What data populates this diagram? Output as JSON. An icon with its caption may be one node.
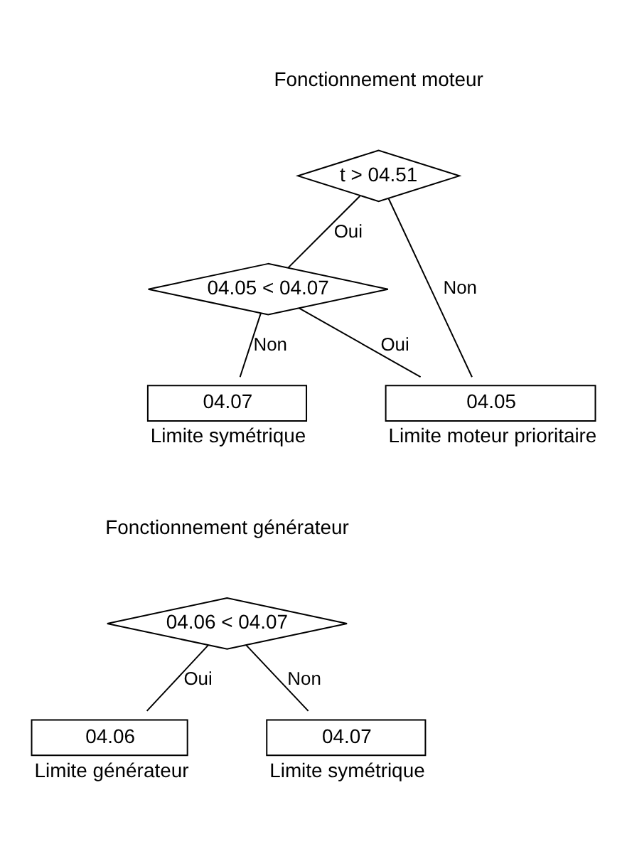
{
  "diagram": {
    "nodes": [
      {
        "text": [
          "t > 04.51"
        ]
      },
      {
        "text": [
          "04.05 < 04.07"
        ]
      },
      {
        "text": [
          "04.05"
        ],
        "beside": [
          "Limite moteur prioritaire"
        ]
      },
      {
        "text": [
          "04.07"
        ],
        "beside": [
          "Limite symétrique"
        ]
      },
      {
        "text": [
          "04.06 < 04.07"
        ]
      },
      {
        "text": [
          "04.06"
        ],
        "beside": [
          "Limite générateur"
        ]
      },
      {
        "text": [
          "04.07"
        ],
        "beside": [
          "Limite symétrique"
        ]
      }
    ],
    "edges": [
      {
        "from": 0,
        "to": 2,
        "arrow": "none",
        "label": "Non"
      },
      {
        "from": 0,
        "to": 1,
        "arrow": "none",
        "label": "Oui"
      },
      {
        "from": 1,
        "to": 2,
        "arrow": "none",
        "label": "Oui"
      },
      {
        "from": 1,
        "to": 3,
        "arrow": "none",
        "label": "Non"
      },
      {
        "from": 4,
        "to": 5,
        "arrow": "none",
        "label": "Oui"
      },
      {
        "from": 4,
        "to": 6,
        "arrow": "none",
        "label": "Non"
      }
    ],
    "labels": [
      "Fonctionnement moteur",
      "Fonctionnement générateur"
    ]
  }
}
